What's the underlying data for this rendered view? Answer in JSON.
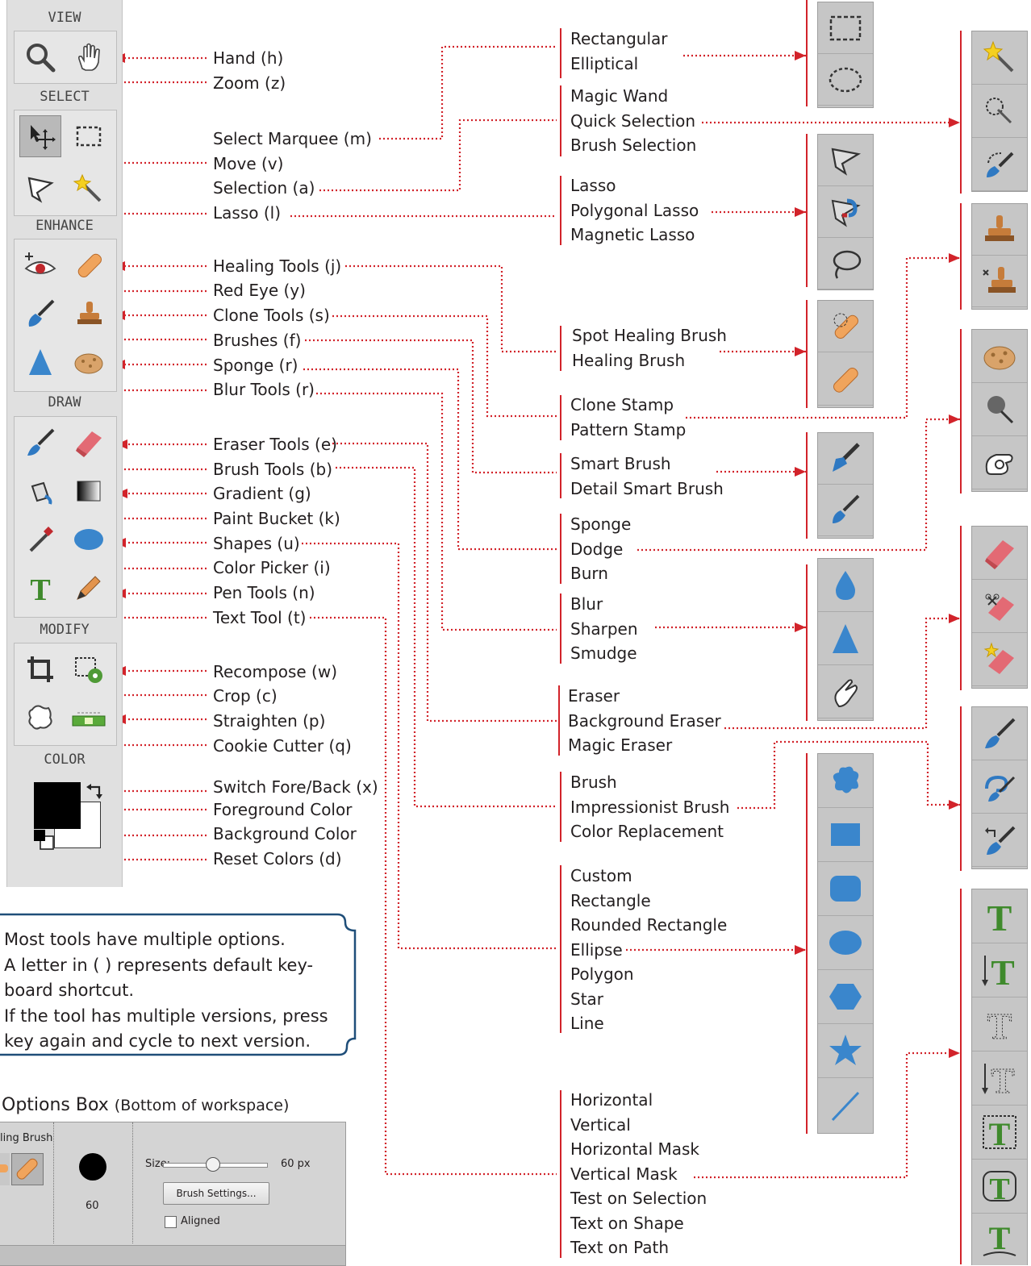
{
  "toolbar": {
    "sections": {
      "view": "VIEW",
      "select": "SELECT",
      "enhance": "ENHANCE",
      "draw": "DRAW",
      "modify": "MODIFY",
      "color": "COLOR"
    }
  },
  "labels": {
    "hand": "Hand (h)",
    "zoom": "Zoom (z)",
    "select_marquee": "Select Marquee (m)",
    "move": "Move (v)",
    "selection": "Selection (a)",
    "lasso": "Lasso (l)",
    "healing": "Healing Tools (j)",
    "red_eye": "Red Eye (y)",
    "clone": "Clone Tools (s)",
    "brushes": "Brushes (f)",
    "sponge": "Sponge (r)",
    "blur": "Blur Tools (r)",
    "eraser": "Eraser Tools (e)",
    "brush_tools": "Brush Tools (b)",
    "gradient": "Gradient (g)",
    "paint_bucket": "Paint Bucket (k)",
    "shapes": "Shapes (u)",
    "color_picker": "Color Picker (i)",
    "pen": "Pen Tools (n)",
    "text": "Text Tool (t)",
    "recompose": "Recompose (w)",
    "crop": "Crop (c)",
    "straighten": "Straighten (p)",
    "cookie": "Cookie Cutter (q)",
    "switch": "Switch Fore/Back (x)",
    "fg": "Foreground Color",
    "bg": "Background Color",
    "reset": "Reset Colors (d)"
  },
  "groups": {
    "marquee": [
      "Rectangular",
      "Elliptical"
    ],
    "selection": [
      "Magic Wand",
      "Quick Selection",
      "Brush Selection"
    ],
    "lasso": [
      "Lasso",
      "Polygonal Lasso",
      "Magnetic Lasso"
    ],
    "healing": [
      "Spot Healing Brush",
      "Healing Brush"
    ],
    "stamp": [
      "Clone Stamp",
      "Pattern Stamp"
    ],
    "smart": [
      "Smart Brush",
      "Detail Smart Brush"
    ],
    "sponge": [
      "Sponge",
      "Dodge",
      "Burn"
    ],
    "blur": [
      "Blur",
      "Sharpen",
      "Smudge"
    ],
    "eraser": [
      "Eraser",
      "Background Eraser",
      "Magic Eraser"
    ],
    "brush": [
      "Brush",
      "Impressionist Brush",
      "Color Replacement"
    ],
    "shapes": [
      "Custom",
      "Rectangle",
      "Rounded Rectangle",
      "Ellipse",
      "Polygon",
      "Star",
      "Line"
    ],
    "text": [
      "Horizontal",
      "Vertical",
      "Horizontal Mask",
      "Vertical Mask",
      "Test on Selection",
      "Text on Shape",
      "Text on Path"
    ]
  },
  "note": {
    "line1": "Most tools have multiple options.",
    "line2": "A letter in ( ) represents default key-",
    "line3": "board shortcut.",
    "line4": "If the tool has multiple versions, press",
    "line5": "key again and cycle to next version."
  },
  "options_box": {
    "title": "Options Box",
    "subtitle": "(Bottom of workspace)",
    "panel_label": "ling Brush",
    "brush_size_num": "60",
    "size_label": "Size:",
    "size_value": "60 px",
    "size_level": 0.48,
    "settings_button": "Brush Settings...",
    "aligned_label": "Aligned"
  },
  "colors": {
    "accent_red": "#d2232a",
    "note_border": "#1f4e79",
    "icon_blue": "#3a86cc"
  }
}
